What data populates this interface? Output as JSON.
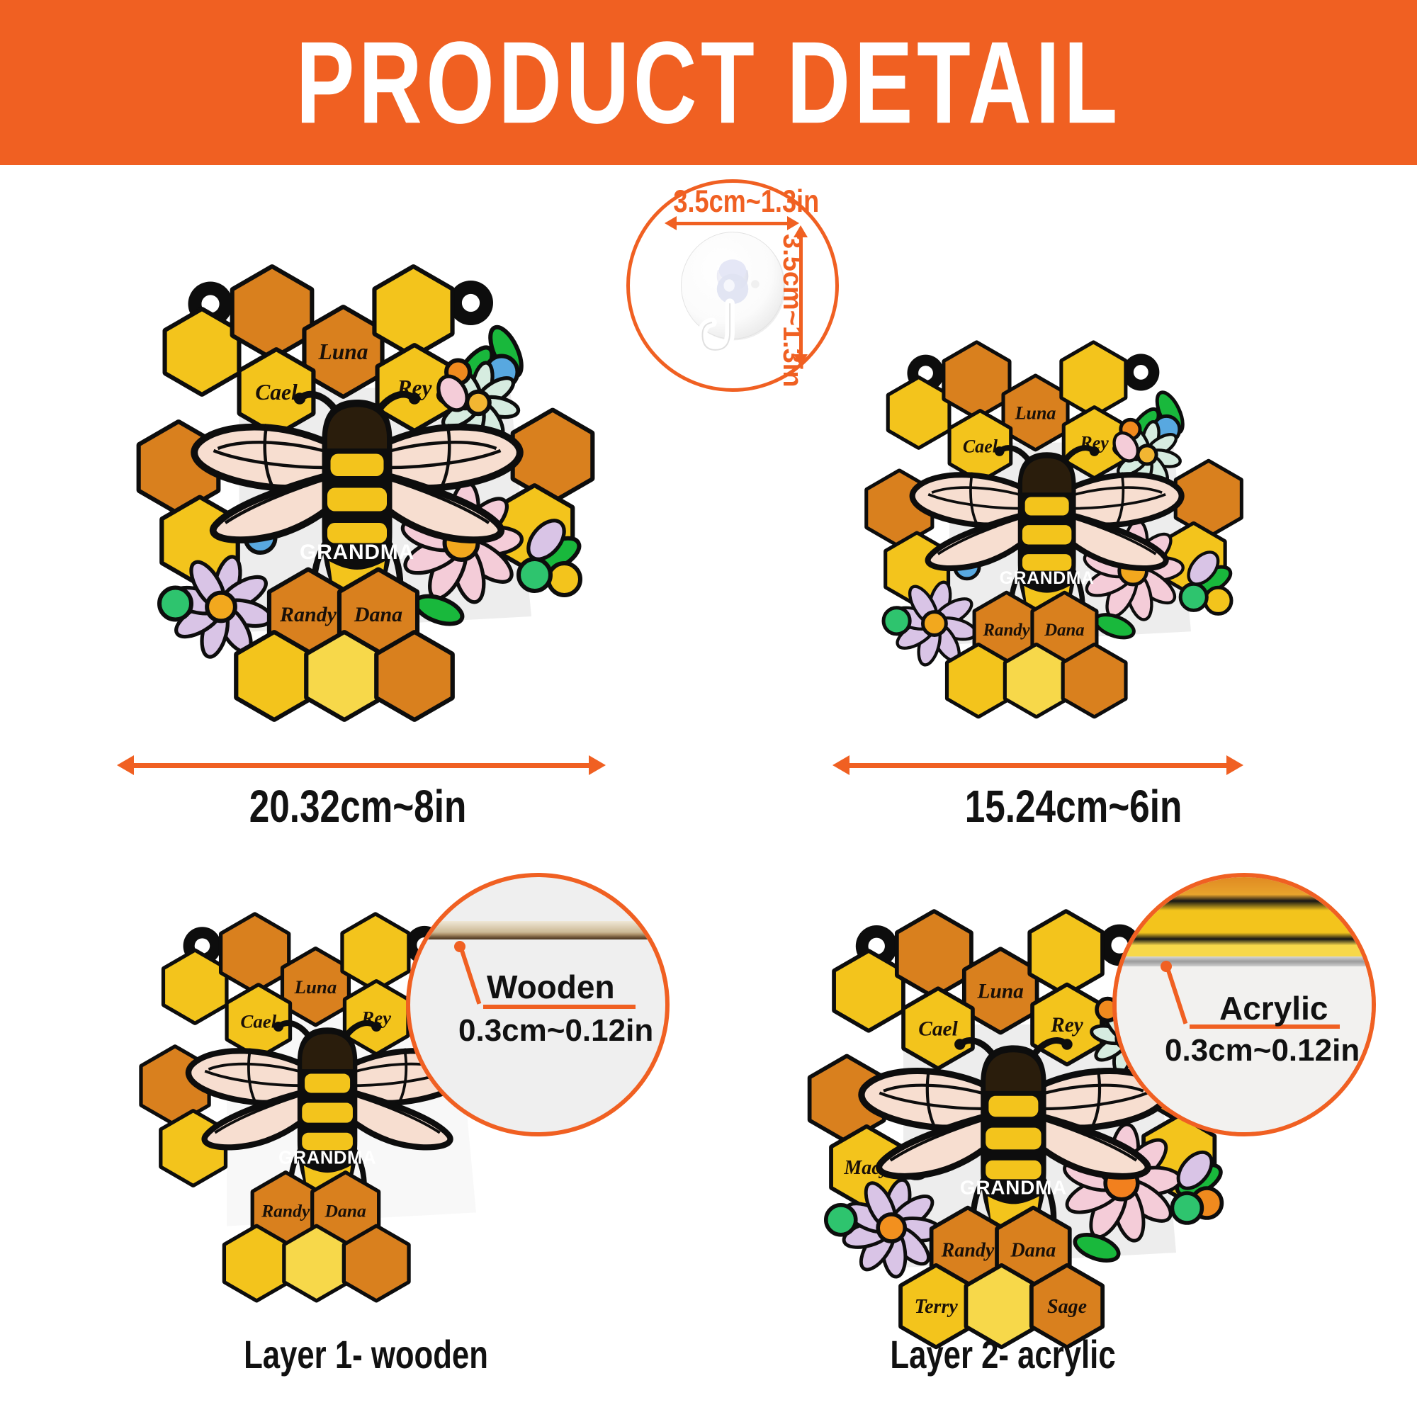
{
  "header": {
    "title": "PRODUCT DETAIL",
    "bg_color": "#f06022",
    "text_color": "#ffffff"
  },
  "accent_color": "#f06022",
  "hook": {
    "width_label": "3.5cm~1.3in",
    "height_label": "3.5cm~1.3in",
    "icon": "suction-cup-hook"
  },
  "products": [
    {
      "id": "top-left",
      "size_label": "20.32cm~8in",
      "center_text": "GRANDMA",
      "names": [
        "Luna",
        "Cael",
        "Rey",
        "Randy",
        "Dana"
      ]
    },
    {
      "id": "top-right",
      "size_label": "15.24cm~6in",
      "center_text": "GRANDMA",
      "names": [
        "Luna",
        "Cael",
        "Rey",
        "Randy",
        "Dana"
      ]
    },
    {
      "id": "bottom-left",
      "caption": "Layer 1- wooden",
      "center_text": "GRANDMA",
      "names": [
        "Luna",
        "Cael",
        "Rey",
        "Randy",
        "Dana"
      ],
      "callout": {
        "material": "Wooden",
        "thickness": "0.3cm~0.12in"
      }
    },
    {
      "id": "bottom-right",
      "caption": "Layer 2- acrylic",
      "center_text": "GRANDMA",
      "names": [
        "Luna",
        "Cael",
        "Rey",
        "Macy",
        "Randy",
        "Dana",
        "Terry",
        "Sage"
      ],
      "callout": {
        "material": "Acrylic",
        "thickness": "0.3cm~0.12in"
      }
    }
  ],
  "palette": {
    "yellow": "#f3c41c",
    "yellow_light": "#f7d84a",
    "orange_hex": "#d9801e",
    "orange_hex_dark": "#c9761b",
    "outline": "#0d0d0d",
    "wing": "#f7ded0",
    "glass_white": "#ededed",
    "flower_pink": "#f4ccd8",
    "flower_lilac": "#d9c4e6",
    "flower_mint": "#d6ece0",
    "leaf_green": "#19b83c",
    "dot_blue": "#58a8e0",
    "dot_green": "#2ec46e",
    "dot_orange": "#f08a1e"
  }
}
